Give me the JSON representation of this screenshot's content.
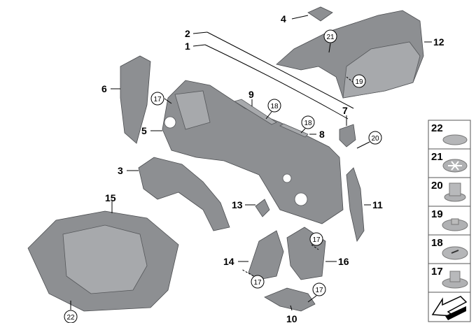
{
  "callouts": {
    "c1": "1",
    "c2": "2",
    "c3": "3",
    "c4": "4",
    "c5": "5",
    "c6": "6",
    "c7": "7",
    "c8": "8",
    "c9": "9",
    "c10": "10",
    "c11": "11",
    "c12": "12",
    "c13": "13",
    "c14": "14",
    "c15": "15",
    "c16": "16"
  },
  "circled": {
    "c17a": "17",
    "c17b": "17",
    "c17c": "17",
    "c17d": "17",
    "c18a": "18",
    "c18b": "18",
    "c19": "19",
    "c20": "20",
    "c21": "21",
    "c22": "22"
  },
  "legend": {
    "items": [
      {
        "number": "22",
        "icon": "flat-clip-icon"
      },
      {
        "number": "21",
        "icon": "star-washer-icon"
      },
      {
        "number": "20",
        "icon": "hex-nut-collar-icon"
      },
      {
        "number": "19",
        "icon": "flange-nut-icon"
      },
      {
        "number": "18",
        "icon": "expanding-rivet-icon"
      },
      {
        "number": "17",
        "icon": "hex-nut-flange-icon"
      }
    ],
    "direction_icon": "direction-arrow-icon"
  }
}
